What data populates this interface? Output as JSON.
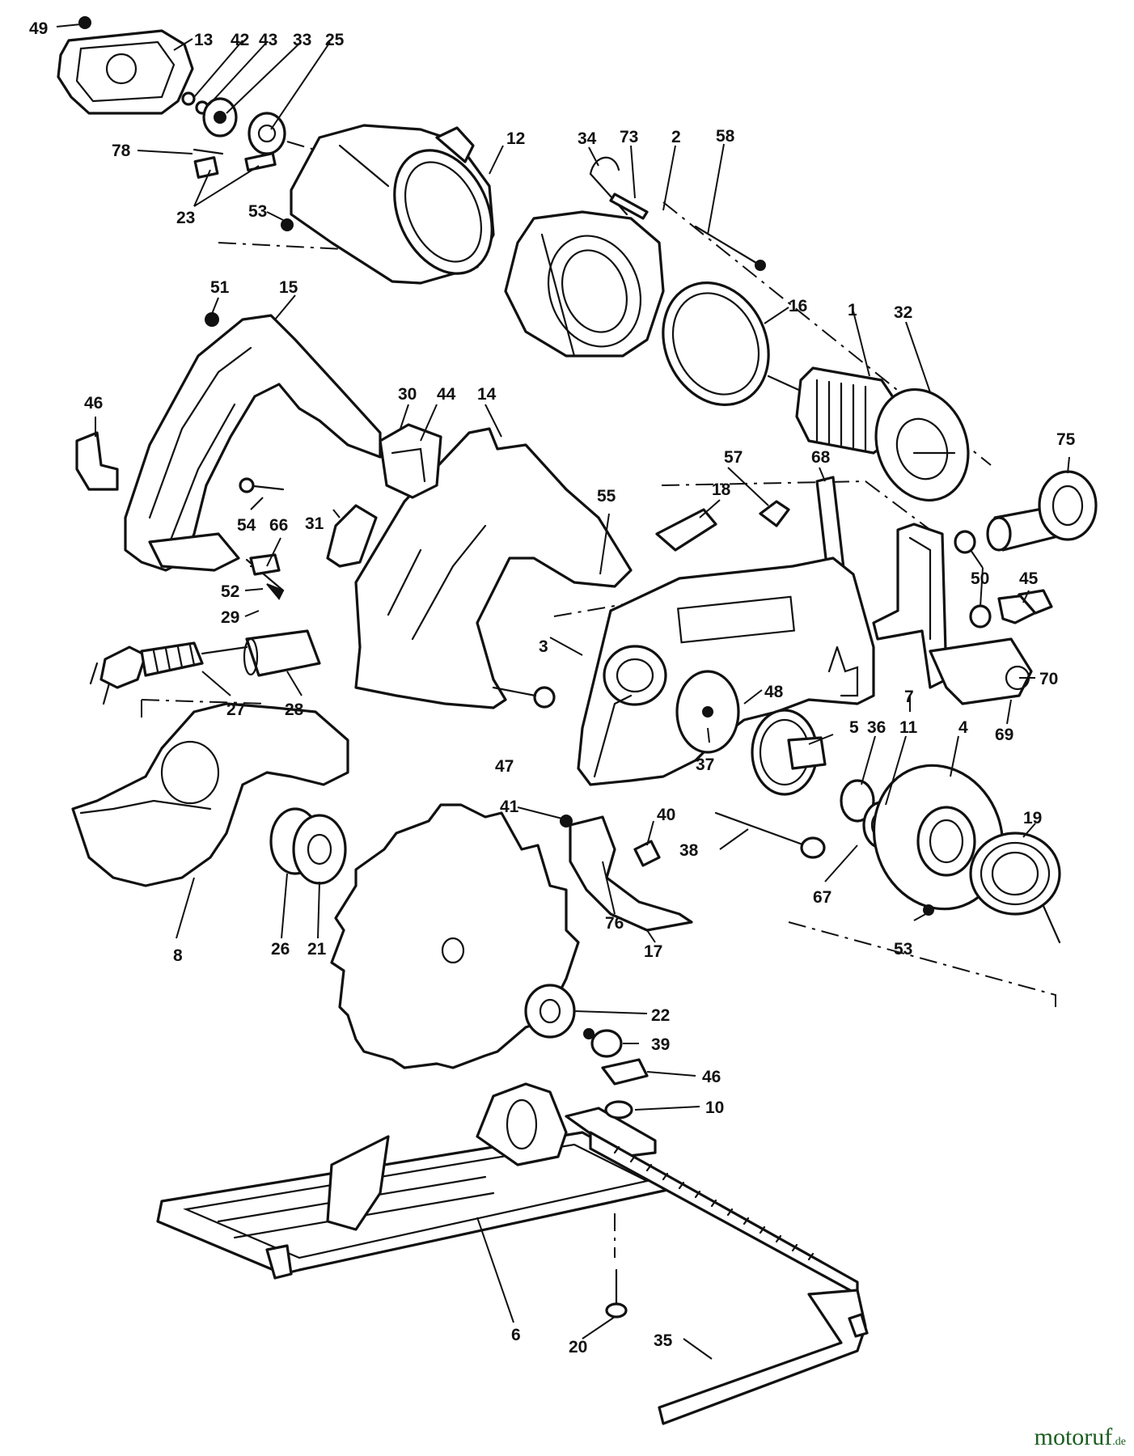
{
  "callouts": {
    "c49": "49",
    "c13": "13",
    "c42": "42",
    "c43": "43",
    "c33": "33",
    "c25": "25",
    "c12": "12",
    "c34": "34",
    "c73": "73",
    "c2": "2",
    "c58": "58",
    "c78": "78",
    "c23": "23",
    "c53a": "53",
    "c51": "51",
    "c15": "15",
    "c16": "16",
    "c1": "1",
    "c32": "32",
    "c46a": "46",
    "c30": "30",
    "c44": "44",
    "c14": "14",
    "c57": "57",
    "c68": "68",
    "c75": "75",
    "c54": "54",
    "c66": "66",
    "c31": "31",
    "c18": "18",
    "c55": "55",
    "c52": "52",
    "c29": "29",
    "c50": "50",
    "c45": "45",
    "c3": "3",
    "c27": "27",
    "c28": "28",
    "c7": "7",
    "c70": "70",
    "c69": "69",
    "c48": "48",
    "c47": "47",
    "c5": "5",
    "c36": "36",
    "c11": "11",
    "c4": "4",
    "c37": "37",
    "c41": "41",
    "c40": "40",
    "c19": "19",
    "c38": "38",
    "c67": "67",
    "c53b": "53",
    "c8": "8",
    "c26": "26",
    "c21": "21",
    "c76": "76",
    "c17": "17",
    "c22": "22",
    "c39": "39",
    "c46b": "46",
    "c10": "10",
    "c20": "20",
    "c6": "6",
    "c35": "35"
  },
  "watermark": {
    "name": "motoruf",
    "suffix": ".de"
  },
  "colors": {
    "ink": "#111111",
    "background": "#ffffff",
    "watermark": "#1b5e20"
  }
}
